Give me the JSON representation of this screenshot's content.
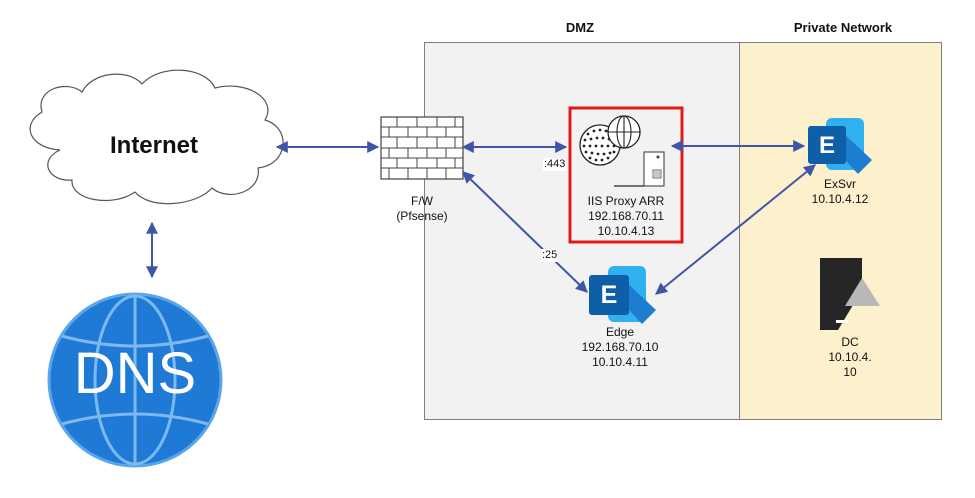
{
  "zones": {
    "dmz": "DMZ",
    "private": "Private Network"
  },
  "internet": {
    "label": "Internet"
  },
  "dns": {
    "label": "DNS"
  },
  "firewall": {
    "line1": "F/W",
    "line2": "(Pfsense)"
  },
  "proxy": {
    "name": "IIS Proxy ARR",
    "ip1": "192.168.70.11",
    "ip2": "10.10.4.13"
  },
  "edge": {
    "name": "Edge",
    "ip1": "192.168.70.10",
    "ip2": "10.10.4.11"
  },
  "exsvr": {
    "name": "ExSvr",
    "ip": "10.10.4.12"
  },
  "dc": {
    "name": "DC",
    "ip_line1": "10.10.4.",
    "ip_line2": "10"
  },
  "ports": {
    "https": ":443",
    "smtp": ":25"
  },
  "icons": {
    "exchange_letter": "E"
  },
  "colors": {
    "dmz_bg": "#f2f2f2",
    "private_bg": "#fdf0cc",
    "arrow": "#3f55a8",
    "highlight": "#e0191a",
    "dns_blue": "#1f7ad6",
    "exchange_dark": "#0f5ea8",
    "exchange_light": "#31b0f0"
  }
}
